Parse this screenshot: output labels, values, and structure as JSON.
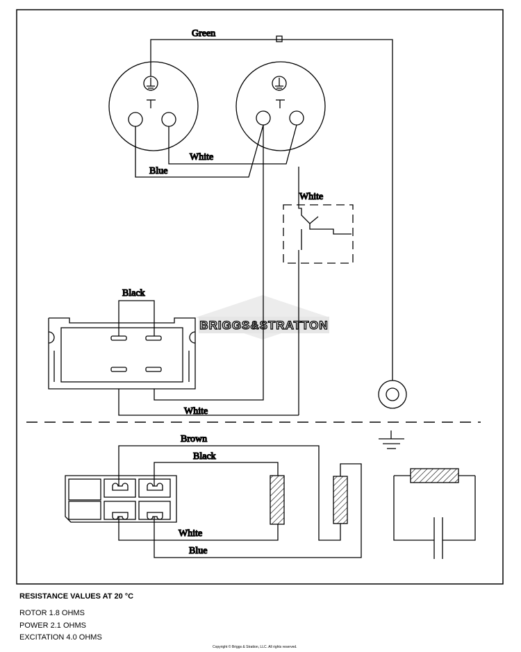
{
  "diagram": {
    "wire_labels": {
      "green": "Green",
      "white_top": "White",
      "blue_top": "Blue",
      "white_switch": "White",
      "black_upper": "Black",
      "white_mid": "White",
      "brown": "Brown",
      "black_lower": "Black",
      "white_lower": "White",
      "blue_lower": "Blue"
    },
    "watermark": "BRIGGS&STRATTON"
  },
  "resistance": {
    "title": "RESISTANCE VALUES AT 20 °C",
    "values": [
      "ROTOR 1.8 OHMS",
      "POWER 2.1 OHMS",
      "EXCITATION 4.0 OHMS"
    ]
  },
  "copyright": "Copyright © Briggs & Stratton, LLC. All rights reserved."
}
